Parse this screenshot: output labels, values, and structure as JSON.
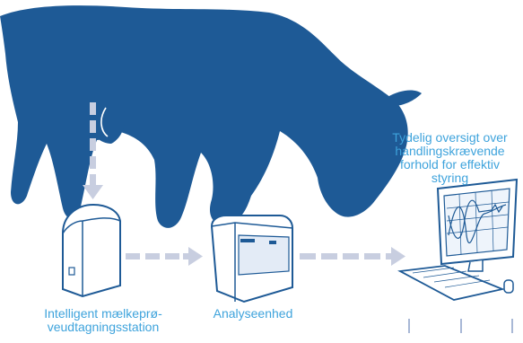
{
  "labels": {
    "sampler": "Intelligent mælkeprø-\nveudtagningsstation",
    "analyzer": "Analyseenhed",
    "computer": "Tydelig oversigt over\nhandlingskrævende\nforhold for effektiv\nstyring"
  },
  "icons": {
    "cow": "cow-silhouette-icon",
    "sampler": "milk-sampling-station-icon",
    "analyzer": "analysis-unit-icon",
    "computer": "computer-monitor-icon"
  },
  "colors": {
    "cow": "#1e5a96",
    "text": "#3ea3dc",
    "arrow": "#c8cee0",
    "device_stroke": "#1e5a96",
    "device_fill": "#ffffff",
    "screen_bg": "#eef4fb"
  }
}
